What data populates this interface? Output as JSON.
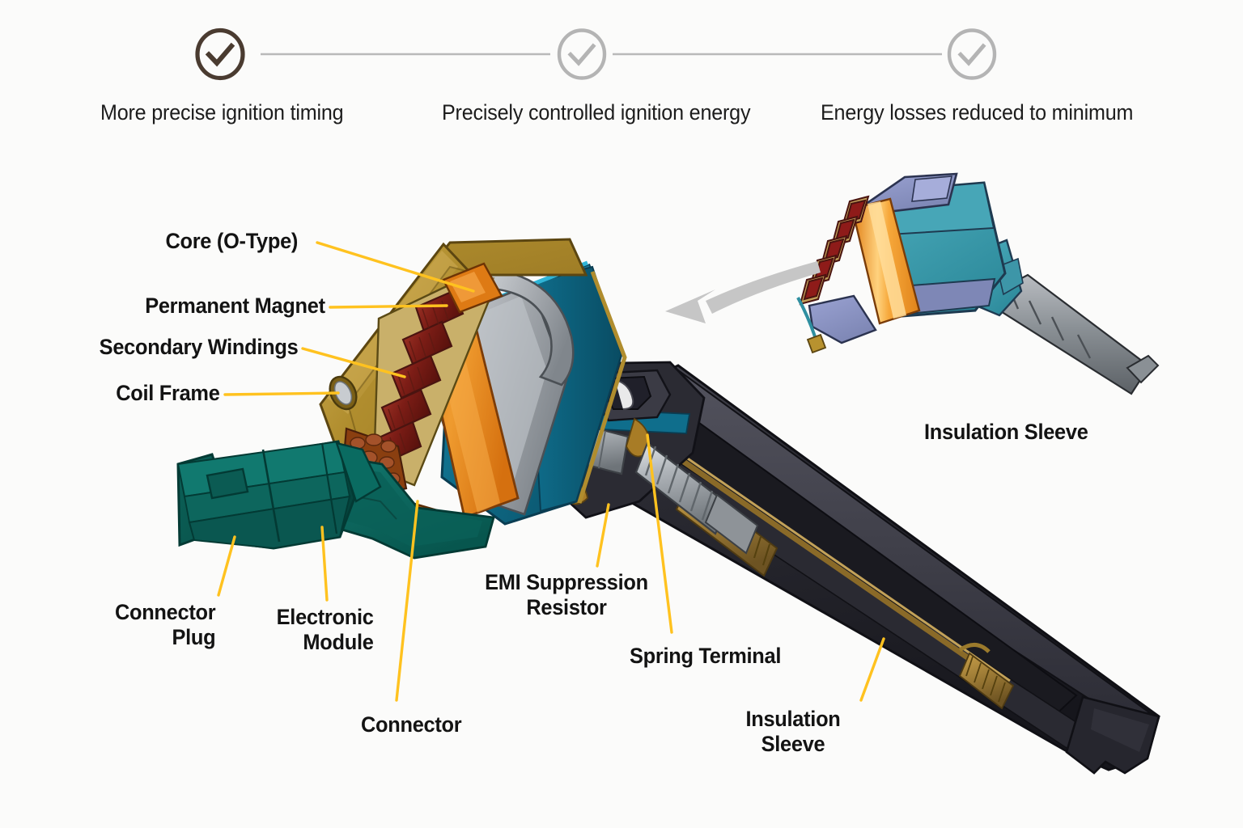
{
  "page": {
    "background_color": "#fbfbfa",
    "title": "Ignition Coil Cutaway Diagram"
  },
  "header": {
    "benefits": [
      {
        "label": "More precise ignition timing",
        "state": "active",
        "icon": "check-circle-icon",
        "color": "#4a3b30"
      },
      {
        "label": "Precisely controlled ignition energy",
        "state": "inactive",
        "icon": "check-circle-icon",
        "color": "#b4b4b4"
      },
      {
        "label": "Energy losses reduced to minimum",
        "state": "inactive",
        "icon": "check-circle-icon",
        "color": "#b4b4b4"
      }
    ],
    "connector_line_color": "#b9b9b9"
  },
  "callouts": {
    "leader_color": "#ffc21f",
    "left": [
      {
        "id": "core",
        "label": "Core (O-Type)"
      },
      {
        "id": "permanent-magnet",
        "label": "Permanent Magnet"
      },
      {
        "id": "secondary-windings",
        "label": "Secondary Windings"
      },
      {
        "id": "coil-frame",
        "label": "Coil Frame"
      }
    ],
    "bottom": [
      {
        "id": "connector-plug",
        "label": "Connector\nPlug"
      },
      {
        "id": "electronic-module",
        "label": "Electronic\nModule"
      },
      {
        "id": "connector",
        "label": "Connector"
      },
      {
        "id": "emi-suppression-resistor",
        "label": "EMI Suppression\nResistor"
      },
      {
        "id": "spring-terminal",
        "label": "Spring Terminal"
      },
      {
        "id": "insulation-sleeve-main",
        "label": "Insulation\nSleeve"
      }
    ],
    "inset": [
      {
        "id": "insulation-sleeve-inset",
        "label": "Insulation Sleeve"
      }
    ]
  },
  "diagram": {
    "arrow": {
      "name": "curved-pointer-arrow",
      "color": "#c6c6c6",
      "direction": "left-down"
    },
    "palette": {
      "coil_frame_gold": "#b08d2e",
      "coil_frame_gold_lt": "#c9a846",
      "winding_red": "#7c1d16",
      "winding_red_lt": "#a8362a",
      "core_orange": "#e07b18",
      "core_orange_lt": "#f0a03a",
      "body_teal": "#0f6f8c",
      "body_teal_dk": "#0b5a73",
      "connector_green": "#0d6b63",
      "connector_green_dk": "#075149",
      "metal_gray": "#a9adb2",
      "metal_gray_dk": "#6e7479",
      "boot_black": "#23232a",
      "boot_black_lt": "#3a3a44",
      "spring_brass": "#9c7a35",
      "spring_brass_lt": "#c29a46",
      "copper_lead": "#8a5a1e",
      "outline": "#181818",
      "inset_periwinkle": "#8e96c4",
      "inset_lavender": "#9aa0cf",
      "inset_teal": "#3f9fb0",
      "inset_orange": "#f2932c",
      "inset_red": "#8e1b19",
      "inset_gray": "#9a9ba0"
    }
  }
}
